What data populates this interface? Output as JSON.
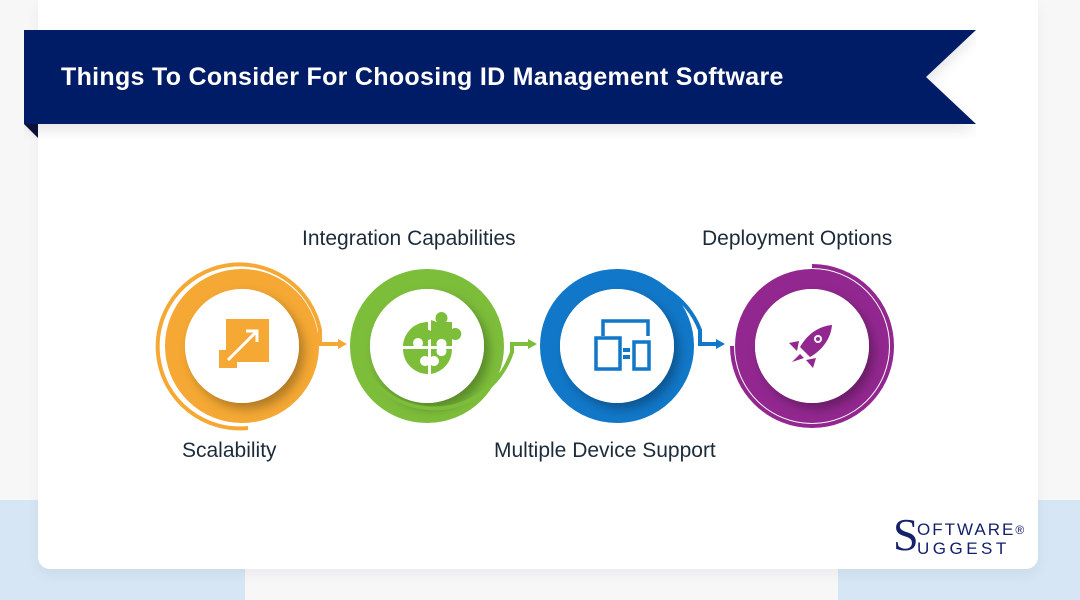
{
  "header": {
    "title": "Things To Consider For Choosing ID Management Software",
    "banner_color": "#001a66"
  },
  "steps": [
    {
      "label": "Scalability",
      "icon": "scale-expand-icon",
      "color": "#f5a833",
      "label_position": "below"
    },
    {
      "label": "Integration Capabilities",
      "icon": "puzzle-icon",
      "color": "#7cbd3a",
      "label_position": "above"
    },
    {
      "label": "Multiple Device Support",
      "icon": "devices-icon",
      "color": "#1177c8",
      "label_position": "below"
    },
    {
      "label": "Deployment Options",
      "icon": "rocket-icon",
      "color": "#92278f",
      "label_position": "above"
    }
  ],
  "logo": {
    "initial": "S",
    "line1": "OFTWARE",
    "line2": "UGGEST",
    "registered": "®",
    "color": "#14206b"
  },
  "colors": {
    "background": "#f7f7f8",
    "card": "#ffffff",
    "accent_blob": "#d6e6f5",
    "label_text": "#1c2b3a"
  }
}
